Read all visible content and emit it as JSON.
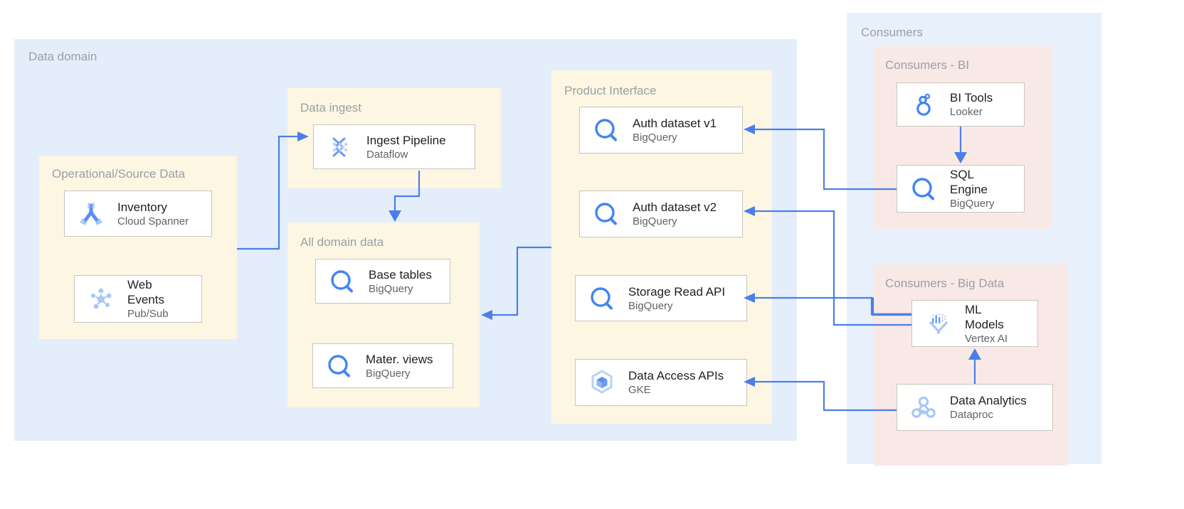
{
  "accent": {
    "arrow": "#4a7fe8",
    "group_blue": "#e4eefb",
    "group_blue_inner": "#e8f0fc",
    "group_yellow": "#fdf6e3",
    "group_pink": "#f9e9e6",
    "label_gray": "#9aa0a6",
    "title_text": "#202124",
    "sub_text": "#5f6368",
    "card_border": "#c8c5bd",
    "icon_blue": "#4285f4",
    "icon_blue_light": "#a8c7f8"
  },
  "groups": {
    "data_domain": {
      "label": "Data domain"
    },
    "operational_source": {
      "label": "Operational/Source Data"
    },
    "data_ingest": {
      "label": "Data ingest"
    },
    "all_domain_data": {
      "label": "All domain data"
    },
    "product_interface": {
      "label": "Product Interface"
    },
    "consumers": {
      "label": "Consumers"
    },
    "consumers_bi": {
      "label": "Consumers - BI"
    },
    "consumers_big_data": {
      "label": "Consumers - Big Data"
    }
  },
  "nodes": {
    "inventory": {
      "title": "Inventory",
      "sub": "Cloud Spanner",
      "icon": "cloud-spanner-icon"
    },
    "web_events": {
      "title": "Web Events",
      "sub": "Pub/Sub",
      "icon": "pubsub-icon"
    },
    "ingest_pipeline": {
      "title": "Ingest Pipeline",
      "sub": "Dataflow",
      "icon": "dataflow-icon"
    },
    "base_tables": {
      "title": "Base tables",
      "sub": "BigQuery",
      "icon": "bigquery-icon"
    },
    "mater_views": {
      "title": "Mater. views",
      "sub": "BigQuery",
      "icon": "bigquery-icon"
    },
    "auth_dataset_v1": {
      "title": "Auth dataset v1",
      "sub": "BigQuery",
      "icon": "bigquery-icon"
    },
    "auth_dataset_v2": {
      "title": "Auth dataset v2",
      "sub": "BigQuery",
      "icon": "bigquery-icon"
    },
    "storage_read_api": {
      "title": "Storage Read API",
      "sub": "BigQuery",
      "icon": "bigquery-icon"
    },
    "data_access_apis": {
      "title": "Data Access APIs",
      "sub": "GKE",
      "icon": "gke-icon"
    },
    "bi_tools": {
      "title": "BI Tools",
      "sub": "Looker",
      "icon": "looker-icon"
    },
    "sql_engine": {
      "title": "SQL Engine",
      "sub": "BigQuery",
      "icon": "bigquery-icon"
    },
    "ml_models": {
      "title": "ML Models",
      "sub": "Vertex AI",
      "icon": "vertex-ai-icon"
    },
    "data_analytics": {
      "title": "Data Analytics",
      "sub": "Dataproc",
      "icon": "dataproc-icon"
    }
  },
  "connections": [
    {
      "from": "operational_source",
      "to": "ingest_pipeline",
      "name": "source-to-ingest"
    },
    {
      "from": "ingest_pipeline",
      "to": "all_domain_data",
      "name": "ingest-to-domain-data"
    },
    {
      "from": "product_interface",
      "to": "all_domain_data",
      "name": "product-interface-to-domain-data"
    },
    {
      "from": "bi_tools",
      "to": "sql_engine",
      "name": "bi-tools-to-sql-engine"
    },
    {
      "from": "sql_engine",
      "to": "auth_dataset_v1",
      "name": "sql-engine-to-auth-v1"
    },
    {
      "from": "ml_models",
      "to": "auth_dataset_v2",
      "name": "ml-models-to-auth-v2"
    },
    {
      "from": "ml_models",
      "to": "storage_read_api",
      "name": "ml-models-to-storage-read-api"
    },
    {
      "from": "data_analytics",
      "to": "ml_models",
      "name": "data-analytics-to-ml-models"
    },
    {
      "from": "data_analytics",
      "to": "data_access_apis",
      "name": "data-analytics-to-data-access-apis"
    }
  ]
}
